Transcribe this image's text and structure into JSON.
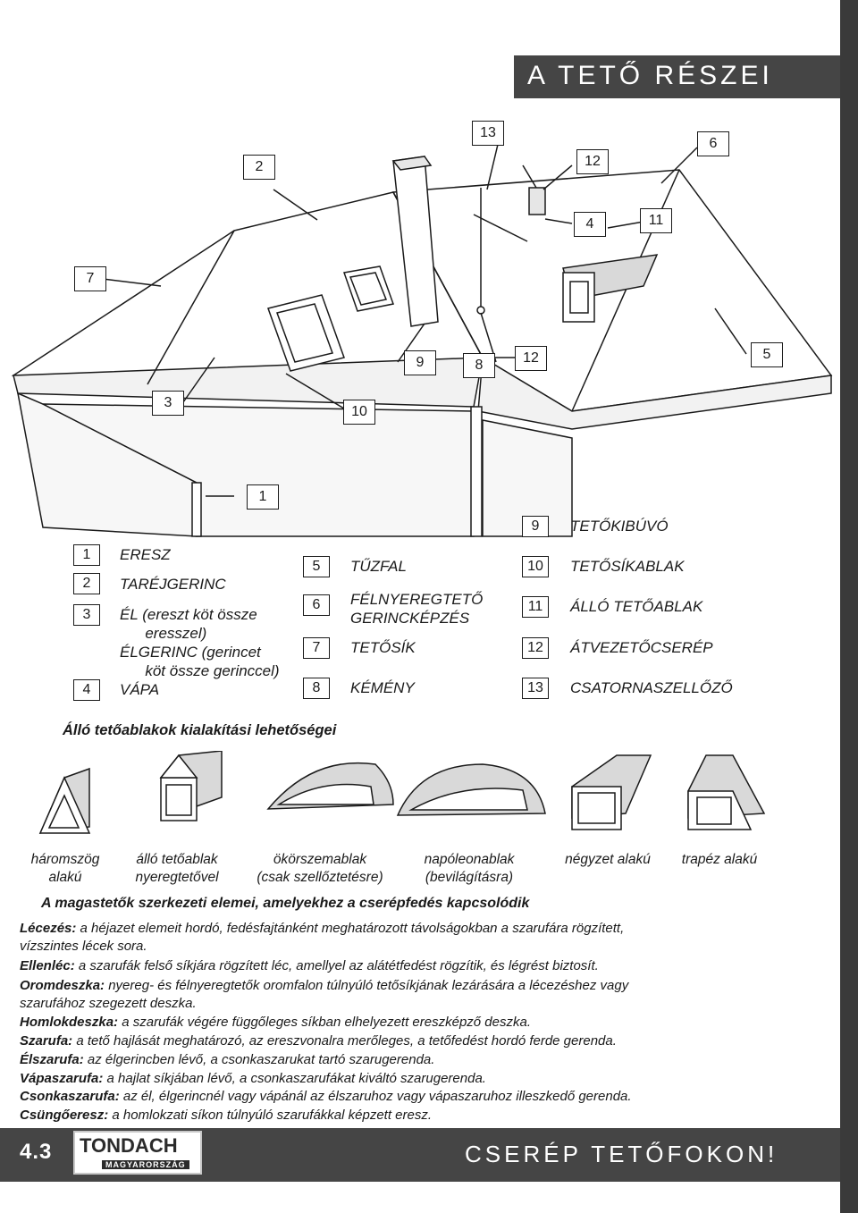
{
  "header": {
    "title": "A TETŐ RÉSZEI"
  },
  "diagram_labels": [
    "13",
    "6",
    "2",
    "12",
    "4",
    "11",
    "7",
    "9",
    "8",
    "12",
    "5",
    "3",
    "10",
    "1"
  ],
  "legend": {
    "col1": [
      {
        "num": "1",
        "text": "ERESZ"
      },
      {
        "num": "2",
        "text": "TARÉJGERINC"
      },
      {
        "num": "3",
        "text": "ÉL (ereszt köt össze\n      eresszel)\nÉLGERINC (gerincet\n      köt össze gerinccel)"
      },
      {
        "num": "4",
        "text": "VÁPA"
      }
    ],
    "col2": [
      {
        "num": "5",
        "text": "TŰZFAL"
      },
      {
        "num": "6",
        "text": "FÉLNYEREGTETŐ\nGERINCKÉPZÉS"
      },
      {
        "num": "7",
        "text": "TETŐSÍK"
      },
      {
        "num": "8",
        "text": "KÉMÉNY"
      }
    ],
    "col3": [
      {
        "num": "9",
        "text": "TETŐKIBÚVÓ"
      },
      {
        "num": "10",
        "text": "TETŐSÍKABLAK"
      },
      {
        "num": "11",
        "text": "ÁLLÓ TETŐABLAK"
      },
      {
        "num": "12",
        "text": "ÁTVEZETŐCSERÉP"
      },
      {
        "num": "13",
        "text": "CSATORNASZELLŐZŐ"
      }
    ]
  },
  "dormers": {
    "title": "Álló tetőablakok kialakítási lehetőségei",
    "captions": [
      "háromszög\nalakú",
      "álló tetőablak\nnyeregtetővel",
      "ökörszemablak\n(csak szellőztetésre)",
      "napóleonablak\n(bevilágításra)",
      "négyzet alakú",
      "trapéz alakú"
    ]
  },
  "definitions": {
    "title": "A magastetők szerkezeti elemei, amelyekhez a cserépfedés kapcsolódik",
    "items": [
      {
        "term": "Lécezés:",
        "text": " a héjazet elemeit hordó, fedésfajtánként meghatározott távolságokban a szarufára rögzített,",
        "cont": "vízszintes lécek sora."
      },
      {
        "term": "Ellenléc:",
        "text": " a szarufák felső síkjára rögzített léc, amellyel az alátétfedést rögzítik, és légrést biztosít.",
        "cont": ""
      },
      {
        "term": "Oromdeszka:",
        "text": " nyereg- és félnyeregtetők oromfalon túlnyúló tetősíkjának lezárására a lécezéshez vagy",
        "cont": "szarufához szegezett deszka."
      },
      {
        "term": "Homlokdeszka:",
        "text": " a szarufák végére függőleges síkban elhelyezett ereszképző deszka.",
        "cont": ""
      },
      {
        "term": "Szarufa:",
        "text": " a tető hajlását meghatározó, az ereszvonalra merőleges, a tetőfedést hordó ferde gerenda.",
        "cont": ""
      },
      {
        "term": "Élszarufa:",
        "text": " az élgerincben lévő, a csonkaszarukat tartó szarugerenda.",
        "cont": ""
      },
      {
        "term": "Vápaszarufa:",
        "text": " a hajlat síkjában lévő, a csonkaszarufákat kiváltó szarugerenda.",
        "cont": ""
      },
      {
        "term": "Csonkaszarufa:",
        "text": " az él,  élgerincnél vagy vápánál az élszaruhoz vagy vápaszaruhoz illeszkedő gerenda.",
        "cont": ""
      },
      {
        "term": "Csüngőeresz:",
        "text": " a homlokzati síkon túlnyúló szarufákkal képzett eresz.",
        "cont": ""
      }
    ]
  },
  "footer": {
    "page": "4.3",
    "logo": "TONDACH",
    "logo_sub": "MAGYARORSZÁG",
    "slogan": "CSERÉP TETŐFOKON!"
  },
  "colors": {
    "band": "#454545",
    "sidebar": "#3a3a3a",
    "dormer_fill": "#d9d9d9"
  }
}
